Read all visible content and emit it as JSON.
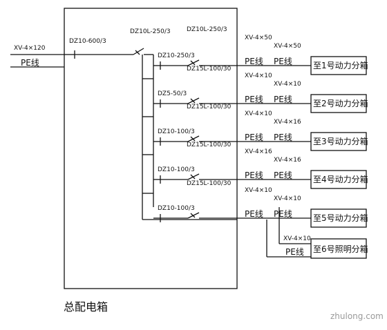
{
  "incoming": {
    "cable": "XV-4×120",
    "pe": "PE线",
    "main_breaker": "DZ10-600/3"
  },
  "branch_header_breaker": "DZ10L-250/3",
  "branches": [
    {
      "breaker_left": "DZ10-250/3",
      "breaker_right": "DZ10L-250/3",
      "cable_out": "XV-4×50",
      "cable_tail": "XV-4×50",
      "pe1": "PE线",
      "pe2": "PE线",
      "target": "至1号动力分箱"
    },
    {
      "breaker_left": "DZ5-50/3",
      "breaker_right": "DZ15L-100/30",
      "cable_out": "XV-4×10",
      "cable_tail": "XV-4×10",
      "pe1": "PE线",
      "pe2": "PE线",
      "target": "至2号动力分箱"
    },
    {
      "breaker_left": "DZ10-100/3",
      "breaker_right": "DZ15L-100/30",
      "cable_out": "XV-4×10",
      "cable_tail": "XV-4×16",
      "pe1": "PE线",
      "pe2": "PE线",
      "target": "至3号动力分箱"
    },
    {
      "breaker_left": "DZ10-100/3",
      "breaker_right": "DZ15L-100/30",
      "cable_out": "XV-4×16",
      "cable_tail": "XV-4×16",
      "pe1": "PE线",
      "pe2": "PE线",
      "target": "至4号动力分箱"
    },
    {
      "breaker_left": "DZ10-100/3",
      "breaker_right": "DZ15L-100/30",
      "cable_out": "XV-4×10",
      "cable_tail": "XV-4×10",
      "pe1": "PE线",
      "pe2": "PE线",
      "target": "至5号动力分箱"
    }
  ],
  "lighting": {
    "cable": "XV-4×10",
    "pe": "PE线",
    "target": "至6号照明分箱"
  },
  "cabinet_title": "总配电箱",
  "watermark": "zhulong.com"
}
